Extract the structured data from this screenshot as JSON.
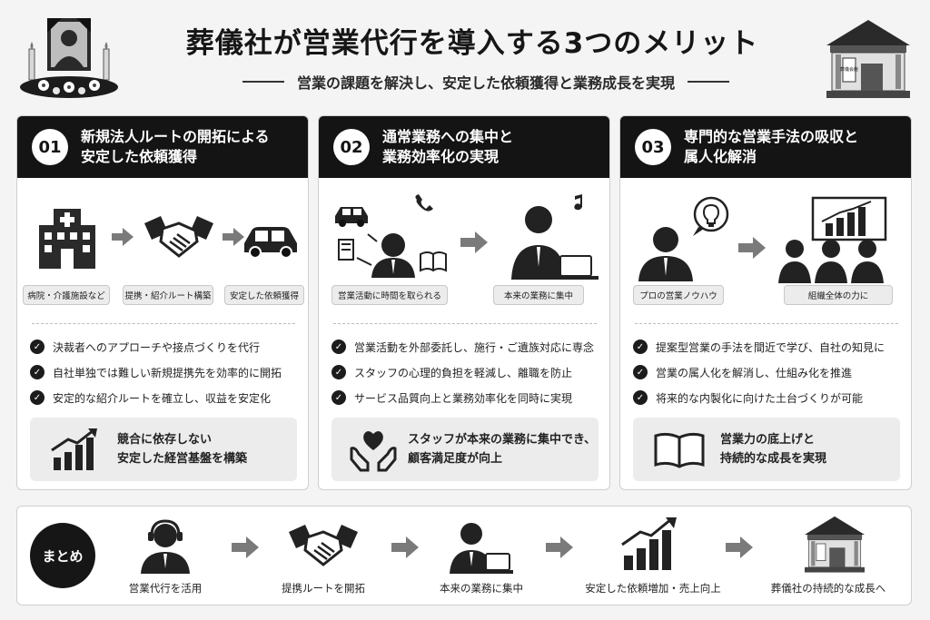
{
  "title": "葬儀社が営業代行を導入する3つのメリット",
  "subtitle": "営業の課題を解決し、安定した依頼獲得と業務成長を実現",
  "header_icons": [
    "memorial-portrait-icon",
    "funeral-hall-icon"
  ],
  "hall_sign": "葬儀会館",
  "panels": [
    {
      "num": "01",
      "title_line1": "新規法人ルートの開拓による",
      "title_line2": "安定した依頼獲得",
      "steps": [
        "病院・介護施設など",
        "提携・紹介ルート構築",
        "安定した依頼獲得"
      ],
      "checks": [
        "決裁者へのアプローチや接点づくりを代行",
        "自社単独では難しい新規提携先を効率的に開拓",
        "安定的な紹介ルートを確立し、収益を安定化"
      ],
      "result_line1": "競合に依存しない",
      "result_line2": "安定した経営基盤を構築"
    },
    {
      "num": "02",
      "title_line1": "通常業務への集中と",
      "title_line2": "業務効率化の実現",
      "steps": [
        "営業活動に時間を取られる",
        "本来の業務に集中"
      ],
      "checks": [
        "営業活動を外部委託し、施行・ご遺族対応に専念",
        "スタッフの心理的負担を軽減し、離職を防止",
        "サービス品質向上と業務効率化を同時に実現"
      ],
      "result_line1": "スタッフが本来の業務に集中でき、",
      "result_line2": "顧客満足度が向上"
    },
    {
      "num": "03",
      "title_line1": "専門的な営業手法の吸収と",
      "title_line2": "属人化解消",
      "steps": [
        "プロの営業ノウハウ",
        "組織全体の力に"
      ],
      "checks": [
        "提案型営業の手法を間近で学び、自社の知見に",
        "営業の属人化を解消し、仕組み化を推進",
        "将来的な内製化に向けた土台づくりが可能"
      ],
      "result_line1": "営業力の底上げと",
      "result_line2": "持続的な成長を実現"
    }
  ],
  "summary": {
    "badge": "まとめ",
    "steps": [
      "営業代行を活用",
      "提携ルートを開拓",
      "本来の業務に集中",
      "安定した依頼増加・売上向上",
      "葬儀社の持続的な成長へ"
    ]
  },
  "colors": {
    "dark": "#141414",
    "light_panel": "#ececec",
    "arrow": "#7a7a7a"
  }
}
